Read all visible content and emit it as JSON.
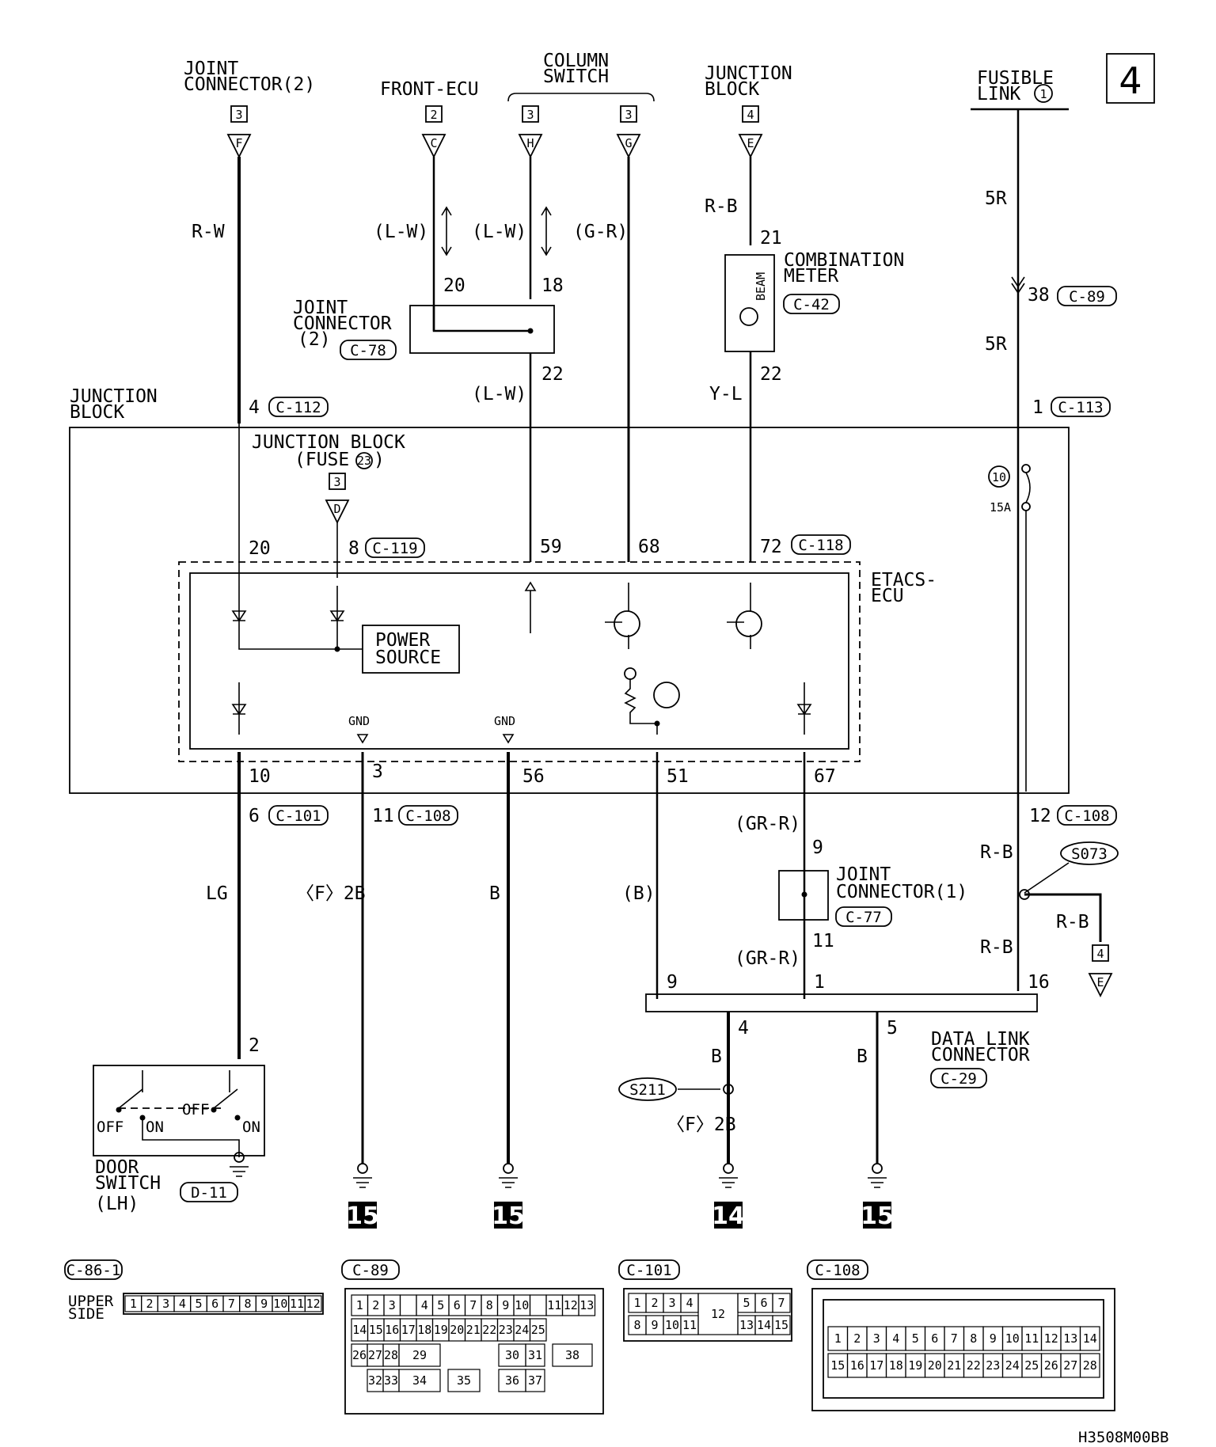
{
  "page_number": "4",
  "drawing_code": "H3508M00BB",
  "top_components": {
    "joint_connector_2": {
      "line1": "JOINT",
      "line2": "CONNECTOR(2)",
      "ref": "3",
      "pin": "F"
    },
    "front_ecu": {
      "label": "FRONT-ECU",
      "ref": "2",
      "pin": "C"
    },
    "column_switch": {
      "line1": "COLUMN",
      "line2": "SWITCH",
      "ref_h": "3",
      "pin_h": "H",
      "ref_g": "3",
      "pin_g": "G"
    },
    "junction_block_top": {
      "line1": "JUNCTION",
      "line2": "BLOCK",
      "ref": "4",
      "pin": "E"
    },
    "fusible_link": {
      "line1": "FUSIBLE",
      "line2": "LINK",
      "num": "1"
    }
  },
  "wire_colors": {
    "rw": "R-W",
    "lw1": "(L-W)",
    "lw2": "(L-W)",
    "gr": "(G-R)",
    "rb_top": "R-B",
    "r5_1": "5R",
    "r5_2": "5R",
    "lw3": "(L-W)",
    "yl": "Y-L",
    "lg": "LG",
    "f2b": "〈F〉2B",
    "b1": "B",
    "b_paren": "(B)",
    "grr1": "(GR-R)",
    "grr2": "(GR-R)",
    "rb1": "R-B",
    "rb2": "R-B",
    "rb3": "R-B",
    "b_dl4": "B",
    "b_dl5": "B",
    "f2b_2": "〈F〉2B"
  },
  "pins": {
    "p20": "20",
    "p18": "18",
    "p22a": "22",
    "p21": "21",
    "p22b": "22",
    "p38": "38",
    "p4": "4",
    "p1": "1",
    "p20b": "20",
    "p8": "8",
    "p59": "59",
    "p68": "68",
    "p72": "72",
    "p10": "10",
    "p3": "3",
    "p56": "56",
    "p51": "51",
    "p67": "67",
    "p6": "6",
    "p11": "11",
    "p12": "12",
    "p9": "9",
    "p11b": "11",
    "p9b": "9",
    "p1b": "1",
    "p16": "16",
    "p4b": "4",
    "p5": "5",
    "p2": "2"
  },
  "connectors": {
    "c112": "C-112",
    "c113": "C-113",
    "c119": "C-119",
    "c118": "C-118",
    "c101": "C-101",
    "c108": "C-108",
    "c108b": "C-108",
    "c89": "C-89",
    "c78": "C-78",
    "c42": "C-42",
    "c77": "C-77",
    "c29": "C-29",
    "d11": "D-11"
  },
  "components": {
    "joint_conn_c78": {
      "line1": "JOINT",
      "line2": "CONNECTOR",
      "line3": "(2)"
    },
    "combination_meter": {
      "line1": "COMBINATION",
      "line2": "METER",
      "inner": "BEAM"
    },
    "junction_block_left": {
      "line1": "JUNCTION",
      "line2": "BLOCK"
    },
    "junction_block_fuse": {
      "line1": "JUNCTION BLOCK",
      "line2": "(FUSE",
      "fuse_num": "23",
      "line2_end": ")",
      "ref": "3",
      "pin": "D"
    },
    "fuse10": {
      "num": "10",
      "rating": "15A"
    },
    "etacs": {
      "line1": "ETACS-",
      "line2": "ECU"
    },
    "power_source": {
      "line1": "POWER",
      "line2": "SOURCE"
    },
    "gnd1": "GND",
    "gnd2": "GND",
    "joint_conn_1": {
      "line1": "JOINT",
      "line2": "CONNECTOR(1)"
    },
    "splice_s073": "S073",
    "splice_s211": "S211",
    "e_ref": {
      "ref": "4",
      "pin": "E"
    },
    "data_link": {
      "line1": "DATA LINK",
      "line2": "CONNECTOR"
    },
    "door_switch": {
      "line1": "DOOR",
      "line2": "SWITCH",
      "line3": "(LH)",
      "off1": "OFF",
      "on1": "ON",
      "off2": "OFF",
      "on2": "ON"
    }
  },
  "ground_refs": [
    "15",
    "15",
    "14",
    "15"
  ],
  "connector_views": {
    "c86_1": {
      "name": "C-86-1",
      "side_line1": "UPPER",
      "side_line2": "SIDE",
      "pins": [
        "1",
        "2",
        "3",
        "4",
        "5",
        "6",
        "7",
        "8",
        "9",
        "10",
        "11",
        "12"
      ]
    },
    "c89": {
      "name": "C-89",
      "row1": [
        "1",
        "2",
        "3",
        "",
        "4",
        "5",
        "6",
        "7",
        "8",
        "9",
        "10",
        "",
        "11",
        "12",
        "13"
      ],
      "row2": [
        "14",
        "15",
        "16",
        "17",
        "18",
        "19",
        "20",
        "21",
        "22",
        "23",
        "24",
        "25"
      ],
      "row3": [
        "26",
        "27",
        "28",
        "29",
        "30",
        "31",
        "38"
      ],
      "row4": [
        "32",
        "33",
        "34",
        "35",
        "36",
        "37"
      ]
    },
    "c101": {
      "name": "C-101",
      "row1": [
        "1",
        "2",
        "3",
        "4",
        "5",
        "6",
        "7"
      ],
      "row2": [
        "8",
        "9",
        "10",
        "11",
        "13",
        "14",
        "15"
      ],
      "center": "12"
    },
    "c108": {
      "name": "C-108",
      "row1": [
        "1",
        "2",
        "3",
        "4",
        "5",
        "6",
        "7",
        "8",
        "9",
        "10",
        "11",
        "12",
        "13",
        "14"
      ],
      "row2": [
        "15",
        "16",
        "17",
        "18",
        "19",
        "20",
        "21",
        "22",
        "23",
        "24",
        "25",
        "26",
        "27",
        "28"
      ]
    }
  }
}
